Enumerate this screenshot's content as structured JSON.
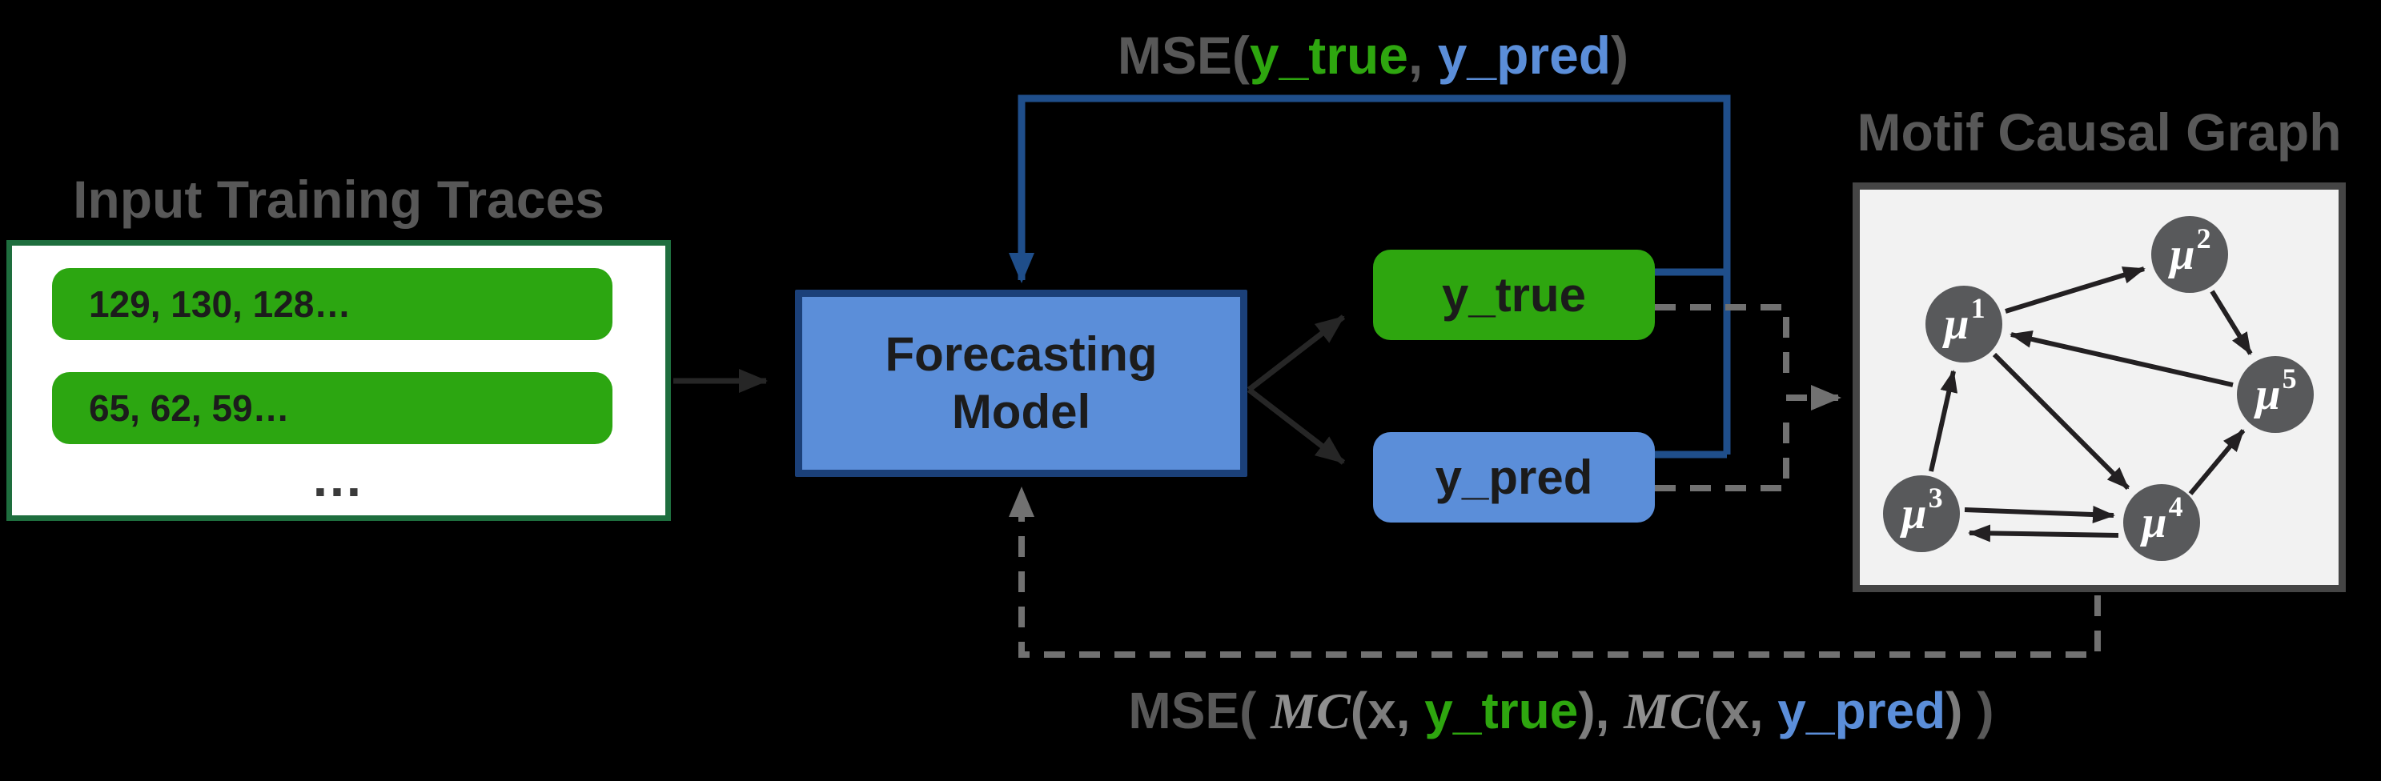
{
  "traces": {
    "title": "Input Training Traces",
    "bars": [
      "129, 130, 128…",
      "65, 62, 59…"
    ],
    "ellipsis": "…"
  },
  "model": {
    "line1": "Forecasting",
    "line2": "Model"
  },
  "outputs": {
    "y_true": "y_true",
    "y_pred": "y_pred"
  },
  "top_formula": {
    "fn": "MSE(",
    "arg1": "y_true",
    "sep": ", ",
    "arg2": "y_pred",
    "close": ")"
  },
  "bottom_formula": {
    "fn": "MSE(",
    "sp": " ",
    "mc1": "MC",
    "p1": "(x, ",
    "arg1": "y_true",
    "c1": "),",
    "sp2": " ",
    "mc2": "MC",
    "p2": "(x, ",
    "arg2": "y_pred",
    "c2": ")",
    "c3": " )"
  },
  "motif": {
    "title": "Motif Causal Graph",
    "nodes": [
      {
        "sym": "μ",
        "sup": "1"
      },
      {
        "sym": "μ",
        "sup": "2"
      },
      {
        "sym": "μ",
        "sup": "3"
      },
      {
        "sym": "μ",
        "sup": "4"
      },
      {
        "sym": "μ",
        "sup": "5"
      }
    ],
    "edges": [
      "μ1→μ2",
      "μ2→μ5",
      "μ5→μ1",
      "μ1→μ4",
      "μ3→μ1",
      "μ3→μ4",
      "μ4→μ3",
      "μ4→μ5"
    ]
  },
  "colors": {
    "background": "#000000",
    "green": "#2ea60f",
    "blue_fill": "#5b8ed9",
    "navy_border": "#1b4079",
    "loop_blue": "#1f4e8a",
    "dash_gray": "#717171",
    "text_gray": "#585858",
    "text_light_gray": "#7d7d7d",
    "trace_border_green": "#1e6e3e",
    "motif_bg": "#f2f2f2",
    "motif_border": "#454545",
    "node_gray": "#58595b",
    "arrow_black": "#262626"
  }
}
